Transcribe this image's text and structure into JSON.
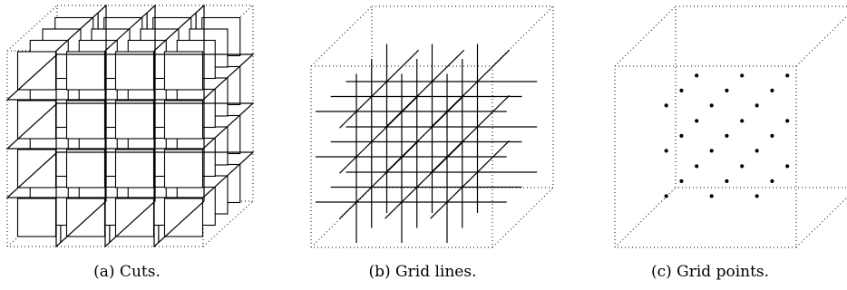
{
  "figure": {
    "panels": [
      {
        "id": "a",
        "caption": "(a) Cuts."
      },
      {
        "id": "b",
        "caption": "(b) Grid lines."
      },
      {
        "id": "c",
        "caption": "(c) Grid points."
      }
    ],
    "grid_divisions": 4,
    "line_style_box": "dotted",
    "stroke_color": "#000000",
    "background_color": "#ffffff"
  }
}
